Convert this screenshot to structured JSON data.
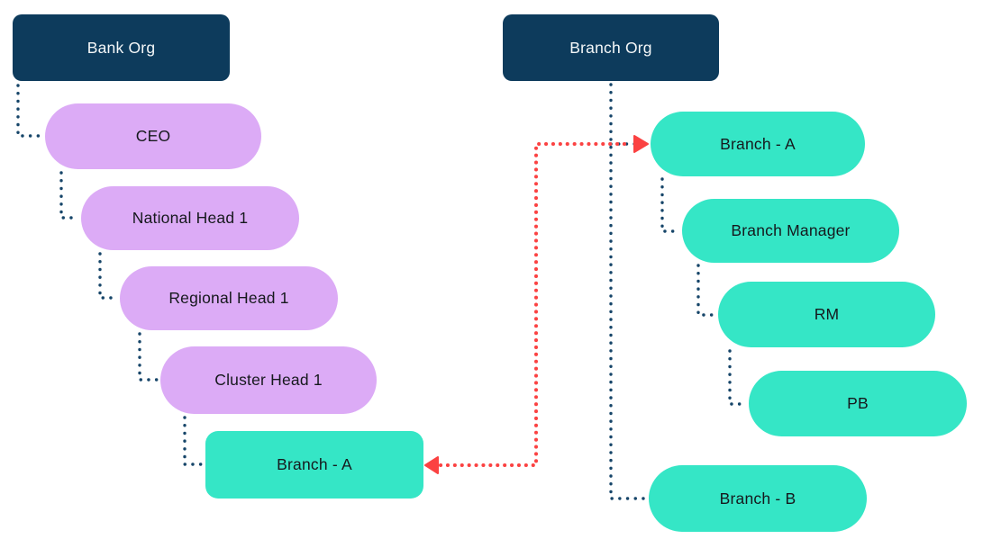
{
  "colors": {
    "navy": "#0d3b5c",
    "purple": "#dcabf6",
    "teal": "#35e6c6",
    "red": "#fb4242",
    "dot_navy": "#164569",
    "text_dark": "#16191d",
    "text_light": "#f4f7f8",
    "background": "#ffffff"
  },
  "diagram": {
    "left_tree": {
      "root": {
        "label": "Bank Org"
      },
      "nodes": [
        {
          "label": "CEO"
        },
        {
          "label": "National Head 1"
        },
        {
          "label": "Regional Head 1"
        },
        {
          "label": "Cluster Head 1"
        },
        {
          "label": "Branch - A"
        }
      ]
    },
    "right_tree": {
      "root": {
        "label": "Branch Org"
      },
      "nodes": [
        {
          "label": "Branch - A"
        },
        {
          "label": "Branch Manager"
        },
        {
          "label": "RM"
        },
        {
          "label": "PB"
        },
        {
          "label": "Branch - B"
        }
      ]
    },
    "cross_link": {
      "from": "Branch - A (Bank Org)",
      "to": "Branch - A (Branch Org)",
      "style": "red dotted, arrowheads at both ends"
    }
  }
}
